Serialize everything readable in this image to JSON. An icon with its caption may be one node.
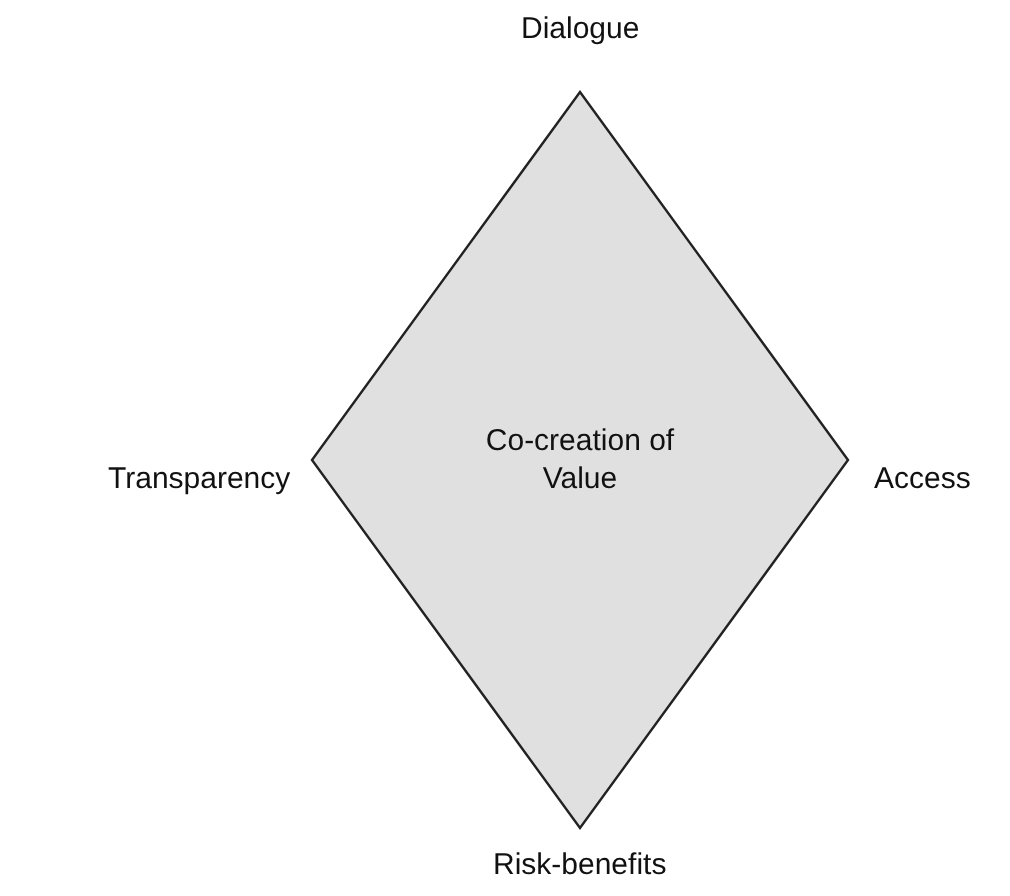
{
  "diagram": {
    "nodes": [
      {
        "text": [
          "Co-creation of Value"
        ]
      }
    ],
    "labels": [
      "Dialogue",
      "Transparency",
      "Access",
      "Risk-benefits"
    ]
  }
}
